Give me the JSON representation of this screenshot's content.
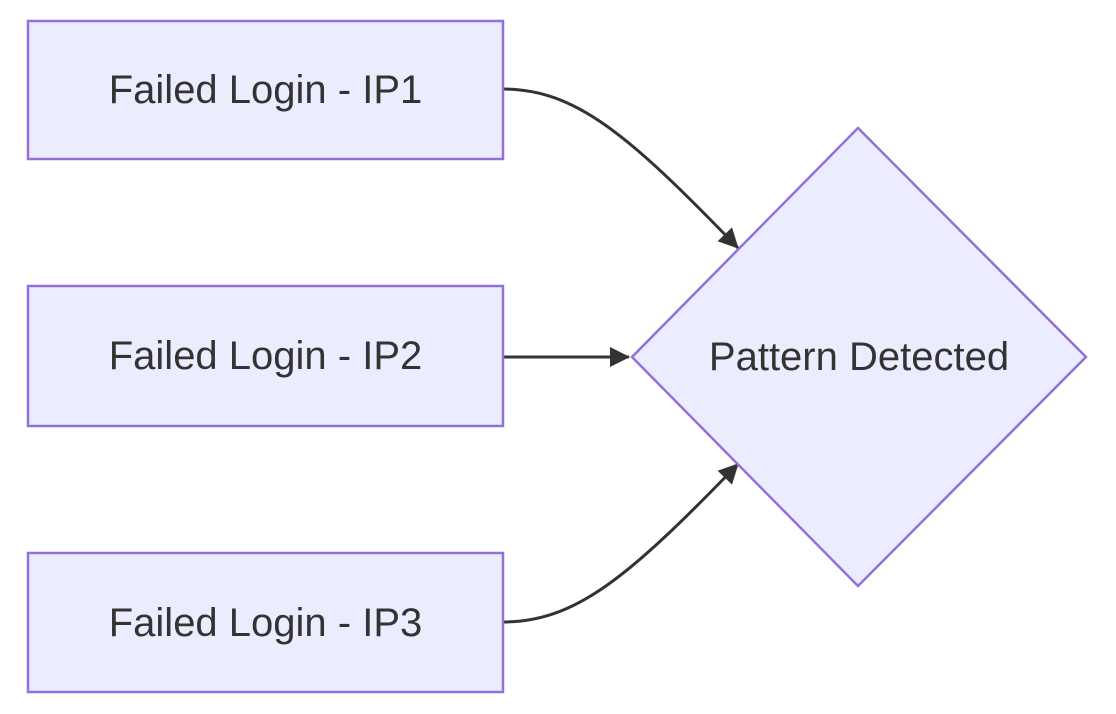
{
  "diagram": {
    "type": "flowchart",
    "direction": "left-to-right",
    "background": "#ffffff",
    "colors": {
      "page_bg": "#ffffff",
      "node_fill": "#ECECFF",
      "node_border": "#9370DB",
      "edge": "#333333",
      "text": "#333333"
    },
    "nodes": [
      {
        "id": "ip1",
        "label": "Failed Login - IP1",
        "shape": "rectangle"
      },
      {
        "id": "ip2",
        "label": "Failed Login - IP2",
        "shape": "rectangle"
      },
      {
        "id": "ip3",
        "label": "Failed Login - IP3",
        "shape": "rectangle"
      },
      {
        "id": "pattern",
        "label": "Pattern Detected",
        "shape": "diamond"
      }
    ],
    "edges": [
      {
        "from": "Failed Login - IP1",
        "to": "Pattern Detected",
        "style": "curved",
        "arrow": true
      },
      {
        "from": "Failed Login - IP2",
        "to": "Pattern Detected",
        "style": "straight",
        "arrow": true
      },
      {
        "from": "Failed Login - IP3",
        "to": "Pattern Detected",
        "style": "curved",
        "arrow": true
      }
    ]
  }
}
